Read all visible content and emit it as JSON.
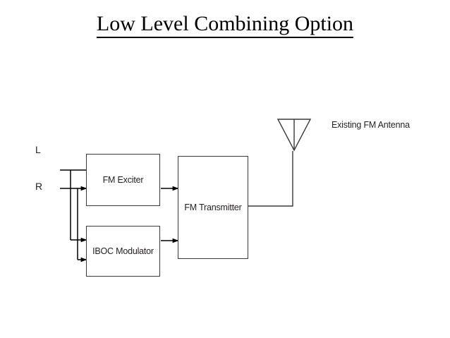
{
  "slide": {
    "title": "Low Level Combining Option",
    "background_color": "#ffffff",
    "text_color": "#231f20"
  },
  "diagram": {
    "type": "block-diagram",
    "blocks": [
      {
        "id": "fm-exciter",
        "label": "FM Exciter"
      },
      {
        "id": "iboc-modulator",
        "label": "IBOC Modulator"
      },
      {
        "id": "fm-transmitter",
        "label": "FM Transmitter"
      }
    ],
    "inputs": [
      {
        "id": "left-channel",
        "label": "L"
      },
      {
        "id": "right-channel",
        "label": "R"
      }
    ],
    "antenna": {
      "label": "Existing FM Antenna",
      "symbol": "antenna-triangle-icon"
    },
    "connections": [
      {
        "from": "L",
        "to": "FM Exciter"
      },
      {
        "from": "R",
        "to": "FM Exciter"
      },
      {
        "from": "L",
        "to": "IBOC Modulator"
      },
      {
        "from": "R",
        "to": "IBOC Modulator"
      },
      {
        "from": "FM Exciter",
        "to": "FM Transmitter"
      },
      {
        "from": "IBOC Modulator",
        "to": "FM Transmitter"
      },
      {
        "from": "FM Transmitter",
        "to": "Existing FM Antenna"
      }
    ],
    "line_color": "#3a3a3a"
  }
}
